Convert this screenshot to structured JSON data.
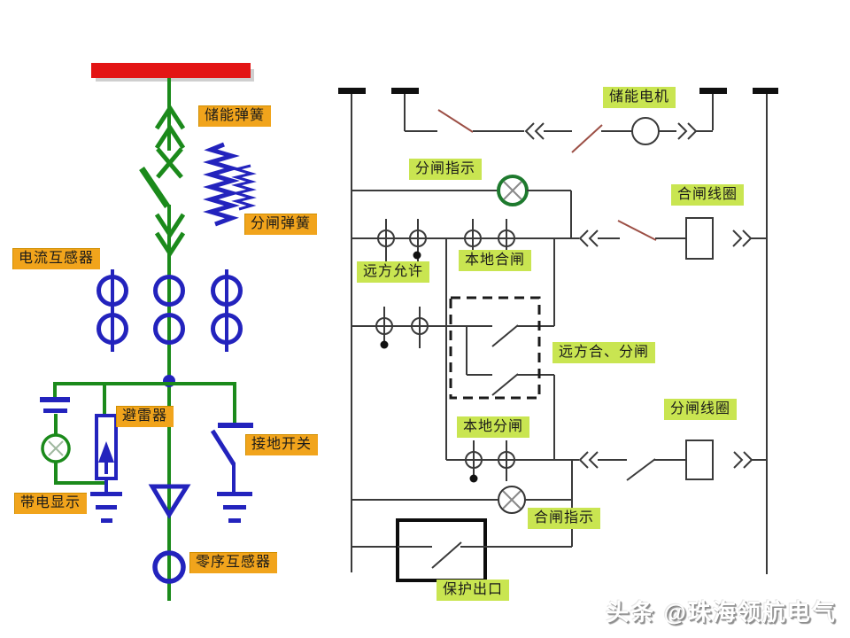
{
  "left_labels": {
    "energy_storage_spring": "储能弹簧",
    "opening_spring": "分闸弹簧",
    "current_transformer": "电流互感器",
    "lightning_arrester": "避雷器",
    "earthing_switch": "接地开关",
    "live_display": "带电显示",
    "zero_sequence_ct": "零序互感器"
  },
  "right_labels": {
    "energy_storage_motor": "储能电机",
    "opening_indicator": "分闸指示",
    "closing_coil": "合闸线圈",
    "remote_permit": "远方允许",
    "local_closing": "本地合闸",
    "remote_close_open": "远方合、分闸",
    "local_opening": "本地分闸",
    "opening_coil": "分闸线圈",
    "closing_indicator": "合闸指示",
    "protection_outlet": "保护出口"
  },
  "watermark": "头条 @珠海领航电气",
  "colors": {
    "busbar_red": "#E31414",
    "primary_green": "#1B8A1B",
    "device_blue": "#2323BD",
    "control_line": "#3A3A3A",
    "contact_red": "#9C4F45",
    "lamp_green_ring": "#1E7A2E",
    "orange_label_bg": "#F1A41C",
    "green_label_bg": "#C9E551"
  }
}
